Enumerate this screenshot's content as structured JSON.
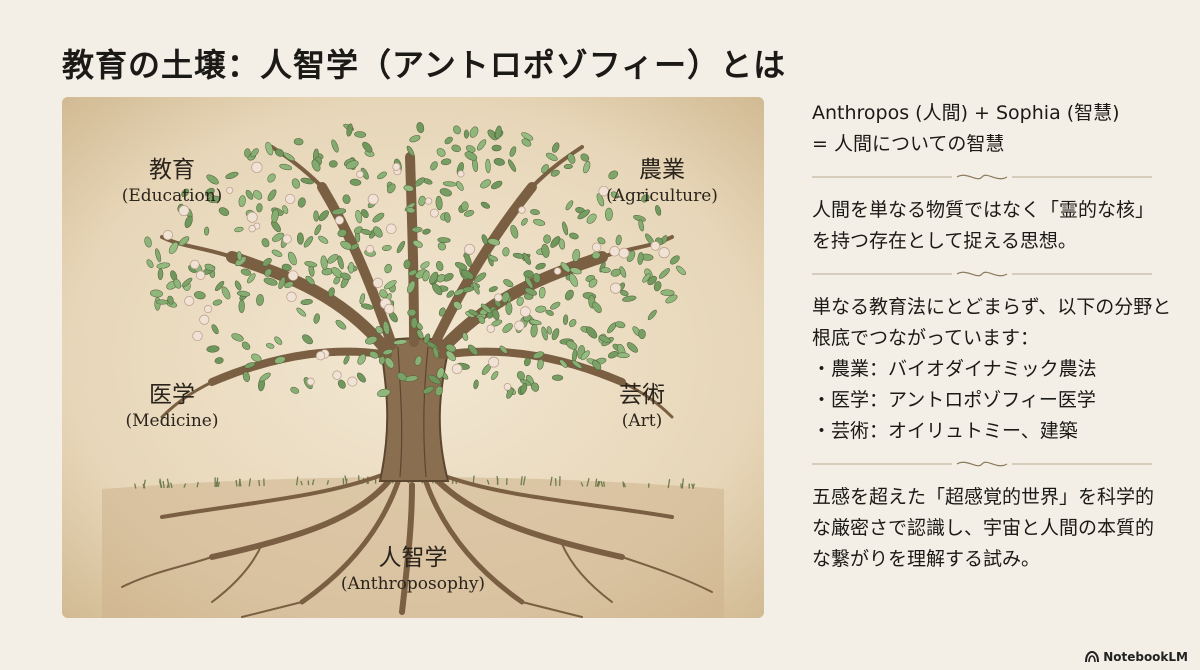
{
  "title": "教育の土壌：人智学（アントロポゾフィー）とは",
  "illustration": {
    "labels": {
      "education": {
        "jp": "教育",
        "en": "(Education)"
      },
      "agriculture": {
        "jp": "農業",
        "en": "(Agriculture)"
      },
      "medicine": {
        "jp": "医学",
        "en": "(Medicine)"
      },
      "art": {
        "jp": "芸術",
        "en": "(Art)"
      },
      "root": {
        "jp": "人智学",
        "en": "(Anthroposophy)"
      }
    }
  },
  "panel": {
    "etymology": {
      "line1": "Anthropos (人間) + Sophia (智慧)",
      "line2": "= 人間についての智慧"
    },
    "core_idea": "人間を単なる物質ではなく「霊的な核」を持つ存在として捉える思想。",
    "fields": {
      "intro": "単なる教育法にとどまらず、以下の分野と根底でつながっています：",
      "items": [
        "・農業：バイオダイナミック農法",
        "・医学：アントロポゾフィー医学",
        "・芸術：オイリュトミー、建築"
      ]
    },
    "aim": "五感を超えた「超感覚的世界」を科学的な厳密さで認識し、宇宙と人間の本質的　な繋がりを理解する試み。"
  },
  "branding": {
    "name": "NotebookLM",
    "icon": "notebooklm-logo-icon"
  },
  "colors": {
    "background": "#f3efe6",
    "parchment": "#eadcc2",
    "trunk": "#8a6e50",
    "foliage": "#8fa476",
    "text": "#1c1a17"
  }
}
